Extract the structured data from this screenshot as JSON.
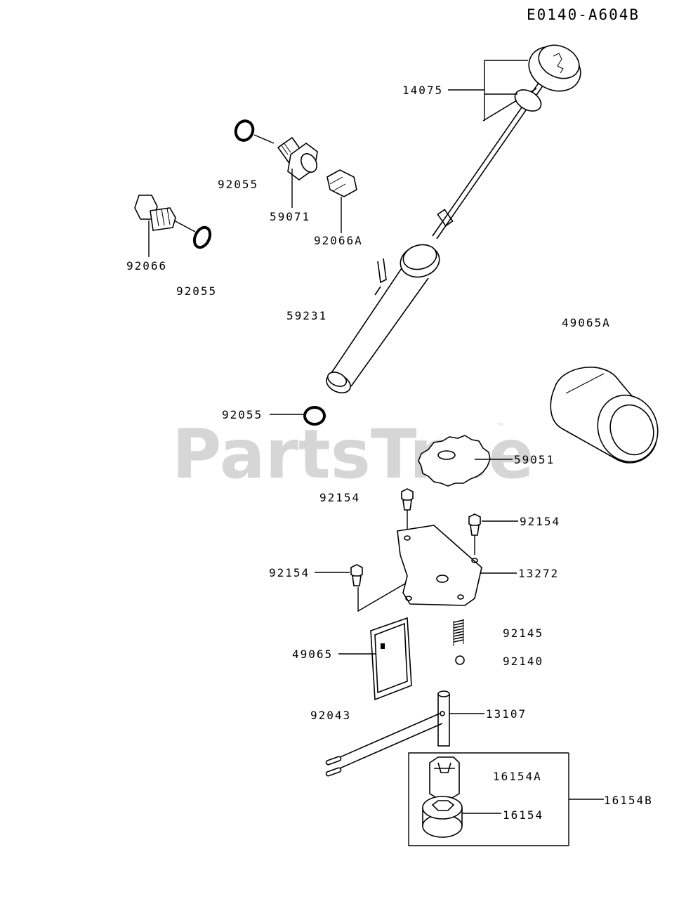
{
  "diagram_code": "E0140-A604B",
  "watermark": {
    "brand": "PartsTree",
    "trademark": "™"
  },
  "parts": {
    "p14075": "14075",
    "p92055_top": "92055",
    "p59071": "59071",
    "p92066A": "92066A",
    "p92066": "92066",
    "p92055_mid": "92055",
    "p59231": "59231",
    "p49065A": "49065A",
    "p92055_low": "92055",
    "p59051": "59051",
    "p92154_a": "92154",
    "p92154_b": "92154",
    "p92154_c": "92154",
    "p13272": "13272",
    "p92145": "92145",
    "p92140": "92140",
    "p49065": "49065",
    "p92043": "92043",
    "p13107": "13107",
    "p16154A": "16154A",
    "p16154": "16154",
    "p16154B": "16154B"
  }
}
